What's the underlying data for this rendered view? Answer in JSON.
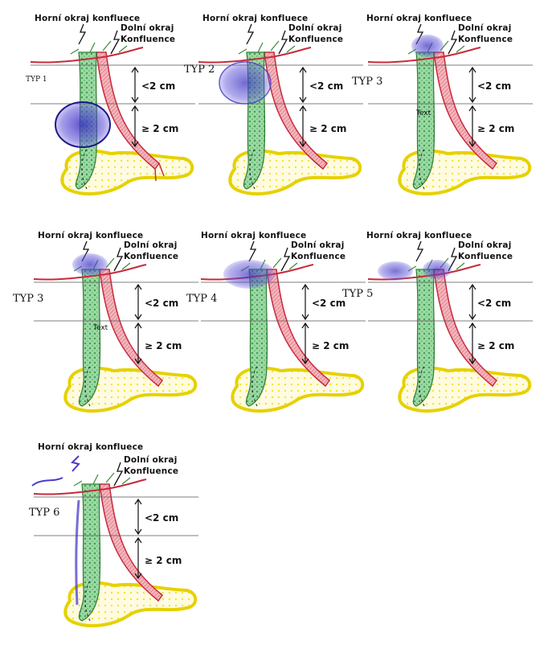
{
  "labels": {
    "upper_edge": "Horní okraj konfluece",
    "lower_edge_line1": "Dolní okraj",
    "lower_edge_line2": "Konfluence",
    "dist_short": "<2 cm",
    "dist_long": "≥ 2 cm",
    "text_marker": "Text"
  },
  "colors": {
    "vein": "#3a8a3a",
    "vein_fill": "#8fd39b",
    "artery": "#d13a4a",
    "artery_fill": "#f0a6ae",
    "pancreas": "#f2e21a",
    "tumor": "#4a3cc8"
  },
  "panels": [
    {
      "id": "typ1",
      "type_label": "TYP 1",
      "show_text_marker": false
    },
    {
      "id": "typ2",
      "type_label": "TYP 2",
      "show_text_marker": false
    },
    {
      "id": "typ3a",
      "type_label": "TYP 3",
      "show_text_marker": true
    },
    {
      "id": "typ3b",
      "type_label": "TYP 3",
      "show_text_marker": true
    },
    {
      "id": "typ4",
      "type_label": "TYP 4",
      "show_text_marker": false
    },
    {
      "id": "typ5",
      "type_label": "TYP 5",
      "show_text_marker": false
    },
    {
      "id": "typ6",
      "type_label": "TYP 6",
      "show_text_marker": false
    }
  ]
}
